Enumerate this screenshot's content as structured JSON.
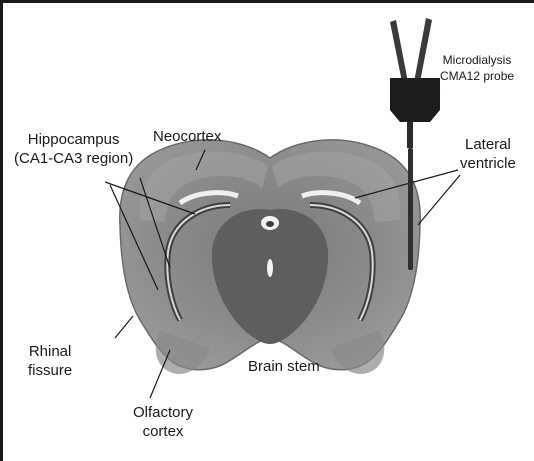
{
  "figure": {
    "labels": {
      "hippocampus": [
        "Hippocampus",
        "(CA1-CA3 region)"
      ],
      "neocortex": "Neocortex",
      "probe": [
        "Microdialysis",
        "CMA12 probe"
      ],
      "lateral_ventricle": [
        "Lateral",
        "ventricle"
      ],
      "rhinal_fissure": [
        "Rhinal",
        "fissure"
      ],
      "brain_stem": "Brain stem",
      "olfactory_cortex": [
        "Olfactory",
        "cortex"
      ]
    },
    "icons": [
      "brain-section-image",
      "microdialysis-probe-icon"
    ]
  }
}
